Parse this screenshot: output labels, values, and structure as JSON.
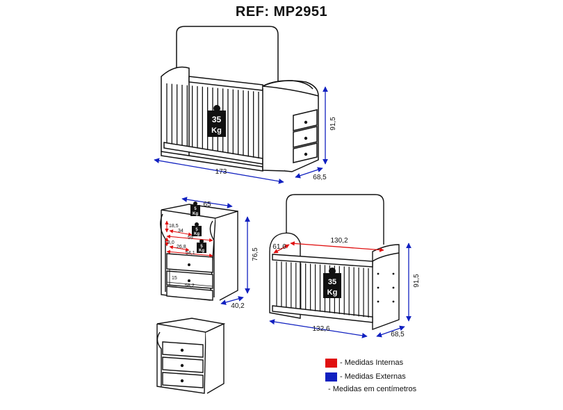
{
  "title": "REF: MP2951",
  "colors": {
    "internal": "#e01010",
    "external": "#1020c0",
    "line": "#111111"
  },
  "top_assembly": {
    "weight_badge": {
      "value": "35",
      "unit": "Kg"
    },
    "dims": {
      "width": "173",
      "height": "91,5",
      "depth": "68,5"
    }
  },
  "dresser_open": {
    "weight_badges": [
      {
        "value": "5",
        "unit": "Kg"
      },
      {
        "value": "5",
        "unit": "Kg"
      },
      {
        "value": "5",
        "unit": "Kg"
      }
    ],
    "dims": {
      "width_top": "65",
      "height": "76,5",
      "depth": "40,2",
      "int_18_5": "18,5",
      "int_34": "34",
      "int_59": "59",
      "int_8_0": "8,0",
      "int_26_8": "26,8",
      "int_54_1": "54,1",
      "int_15": "15",
      "int_58_2": "58,2"
    }
  },
  "crib": {
    "weight_badge": {
      "value": "35",
      "unit": "Kg"
    },
    "dims": {
      "inner_length": "130,2",
      "inner_width": "61,6",
      "height": "91,5",
      "length": "132,6",
      "depth": "68,5"
    }
  },
  "legend": {
    "internal_label": "- Medidas Internas",
    "external_label": "- Medidas Externas",
    "note": "- Medidas em centímetros"
  }
}
